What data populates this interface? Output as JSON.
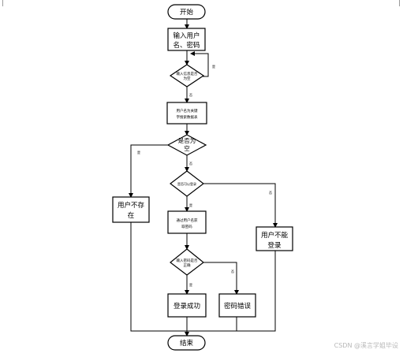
{
  "nodes": {
    "start": "开始",
    "input_line1": "输入用户",
    "input_line2": "名、密码",
    "check_empty_line1": "输入信息是否",
    "check_empty_line2": "为空",
    "query_line1": "用户名为关键",
    "query_line2": "字搜索数据表",
    "is_empty_line1": "是否为",
    "is_empty_line2": "空",
    "can_login": "是否可以登录",
    "user_not_exist_line1": "用户不存",
    "user_not_exist_line2": "在",
    "get_pwd_line1": "通过用户名获",
    "get_pwd_line2": "取密码",
    "user_cannot_login_line1": "用户不能",
    "user_cannot_login_line2": "登录",
    "pwd_match_line1": "输入密码是否",
    "pwd_match_line2": "正确",
    "login_success": "登录成功",
    "pwd_error": "密码错误",
    "end": "结束"
  },
  "edge_labels": {
    "yes": "是",
    "no": "否"
  },
  "watermark": "CSDN @溪言学姐毕设"
}
